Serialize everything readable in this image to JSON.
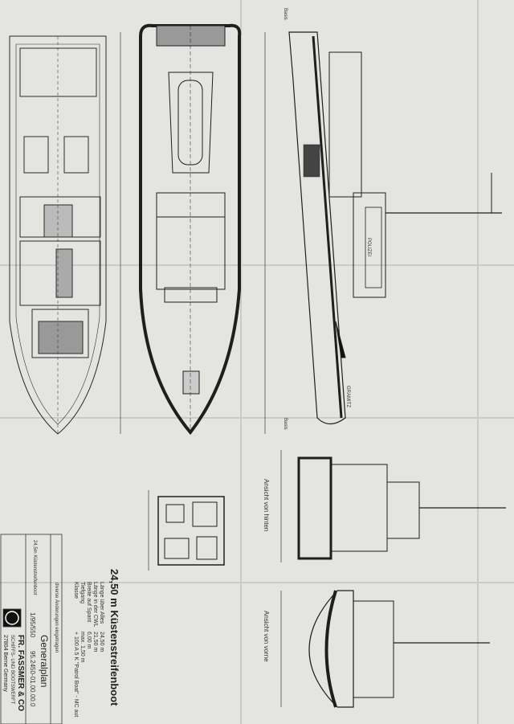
{
  "drawing": {
    "title": "24,50 m Küstenstreifenboot",
    "specs": [
      {
        "label": "Länge über Alles",
        "value": "24,50 m"
      },
      {
        "label": "Länge in der CWL",
        "value": "21,50 m"
      },
      {
        "label": "Breite auf Spant",
        "value": "6,00 m"
      },
      {
        "label": "Tiefgang",
        "value": "max. 1,50 m"
      },
      {
        "label": "Klasse",
        "value": "+ 100 A 5 K \"Patrol Boat\" - MC aut"
      }
    ],
    "views": {
      "rear": "Ansicht von hinten",
      "front": "Ansicht von vorne",
      "base": "Basis"
    },
    "hull_labels": {
      "police": "POLIZEI",
      "name": "GRAMITZ"
    }
  },
  "title_block": {
    "drawing_name": "Generalplan",
    "revision": "diverse Änderungen eingetragen",
    "project": "24,5m Küstenstreifenboot",
    "scale_no": "1/95/550",
    "drawing_no": "95.2450-01.00.00.0",
    "company": "FR. FASSMER & CO",
    "company_sub": "SCHIFFS- UND BOOTSWERFT",
    "address": "27804 Berne Germany"
  },
  "colors": {
    "paper": "#e4e4e1",
    "ink": "#1e1e1e",
    "fold": "#c9c9c6"
  }
}
